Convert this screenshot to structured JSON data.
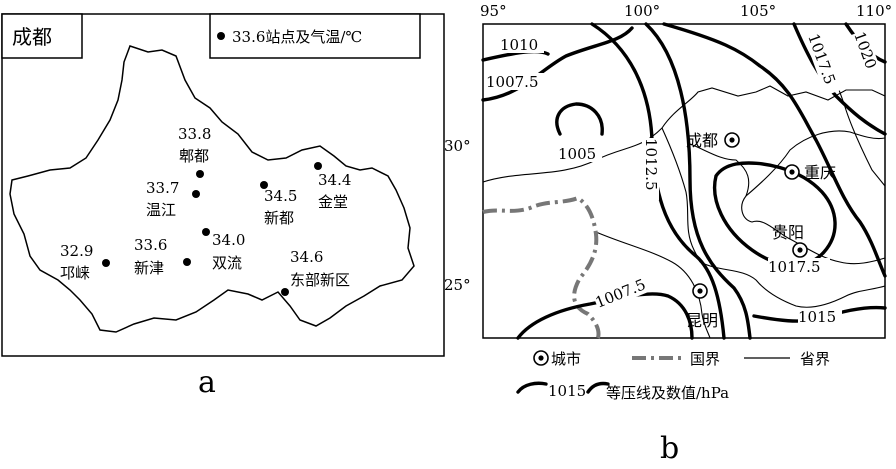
{
  "map_a": {
    "title": "成都",
    "legend_sample": "33.6站点及气温/℃",
    "stations": [
      {
        "name": "郫都",
        "value": "33.8"
      },
      {
        "name": "温江",
        "value": "33.7"
      },
      {
        "name": "新都",
        "value": "34.5"
      },
      {
        "name": "金堂",
        "value": "34.4"
      },
      {
        "name": "双流",
        "value": "34.0"
      },
      {
        "name": "新津",
        "value": "33.6"
      },
      {
        "name": "邛崃",
        "value": "32.9"
      },
      {
        "name": "东部新区",
        "value": "34.6"
      }
    ],
    "sublabel": "a"
  },
  "map_b": {
    "lon_labels": [
      "95°",
      "100°",
      "105°",
      "110°"
    ],
    "lat_labels": [
      "30°",
      "25°"
    ],
    "isobar_labels": [
      "1010",
      "1007.5",
      "1005",
      "1012.5",
      "1017.5",
      "1020",
      "1017.5",
      "1015",
      "1007.5"
    ],
    "cities": [
      "成都",
      "重庆",
      "贵阳",
      "昆明"
    ],
    "legend": {
      "city": "城市",
      "border": "国界",
      "province": "省界",
      "isobar_value": "1015",
      "isobar_text": "等压线及数值/hPa"
    },
    "sublabel": "b"
  }
}
